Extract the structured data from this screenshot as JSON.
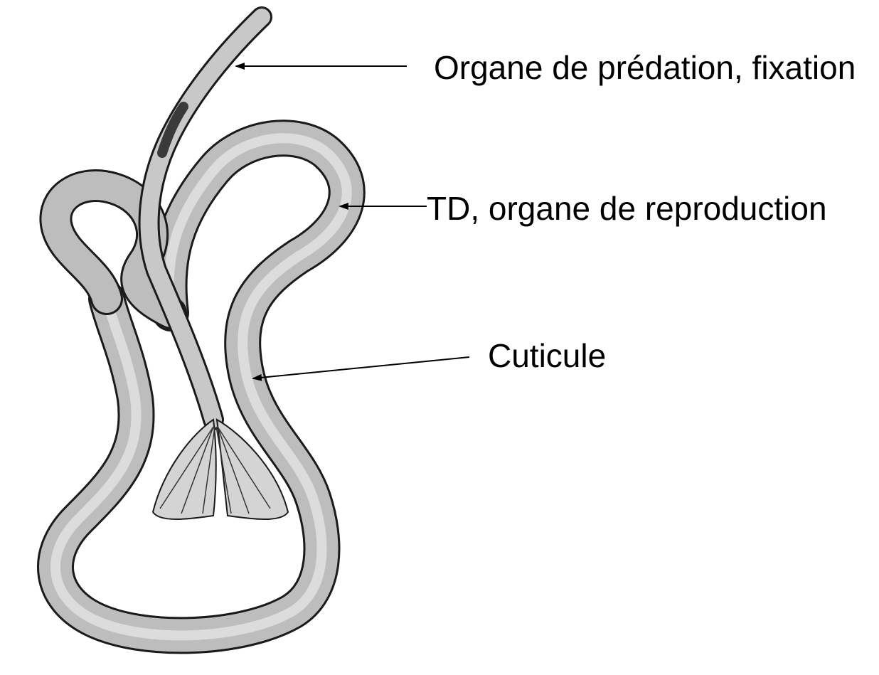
{
  "labels": {
    "predation": "Organe de prédation, fixation",
    "reproduction": "TD, organe de reproduction",
    "cuticle": "Cuticule"
  },
  "colors": {
    "ink": "#000000",
    "body_fill": "#bdbdbd",
    "body_inner": "#dcdcdc",
    "head_dark": "#3a3a3a"
  }
}
